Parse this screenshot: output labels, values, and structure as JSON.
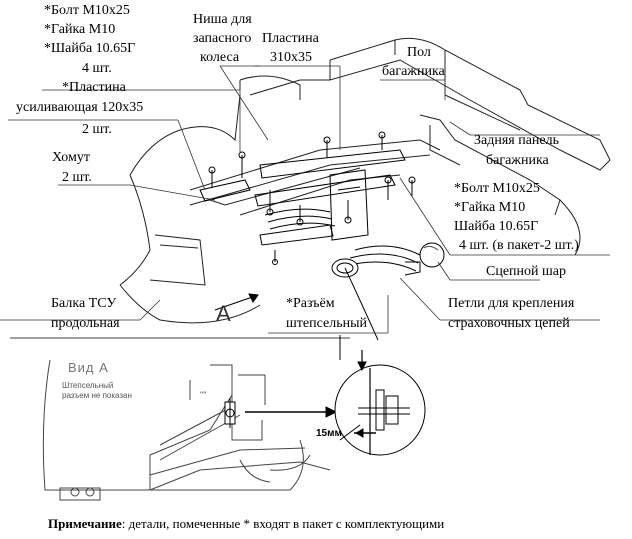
{
  "labels": {
    "bolt_top": "*Болт М10х25",
    "nut_top": "*Гайка М10",
    "washer_top": "*Шайба 10.65Г",
    "qty_top": "4 шт.",
    "plate_reinf": "*Пластина",
    "plate_reinf_size": "усиливающая 120х35",
    "plate_reinf_qty": "2 шт.",
    "clamp": "Хомут",
    "clamp_qty": "2 шт.",
    "niche_1": "Ниша для",
    "niche_2": "запасного",
    "niche_3": "колеса",
    "plate": "Пластина",
    "plate_size": "310х35",
    "floor_1": "Пол",
    "floor_2": "багажника",
    "rear_panel_1": "Задняя панель",
    "rear_panel_2": "багажника",
    "bolt_right": "*Болт М10х25",
    "nut_right": "*Гайка М10",
    "washer_right": "Шайба 10.65Г",
    "qty_right": "4 шт. (в пакет-2 шт.)",
    "tow_ball": "Сцепной шар",
    "beam_1": "Балка ТСУ",
    "beam_2": "продольная",
    "connector_1": "*Разъём",
    "connector_2": "штепсельный",
    "loops_1": "Петли для крепления",
    "loops_2": "страховочных цепей",
    "view_arrow": "A"
  },
  "inset": {
    "title": "Вид А",
    "note_1": "Штепсельный",
    "note_2": "разъем не показан",
    "marker": "\"\"",
    "dimension": "15мм"
  },
  "footer": {
    "note_bold": "Примечание",
    "note_rest": ": детали, помеченные * входят в пакет с комплектующими"
  }
}
